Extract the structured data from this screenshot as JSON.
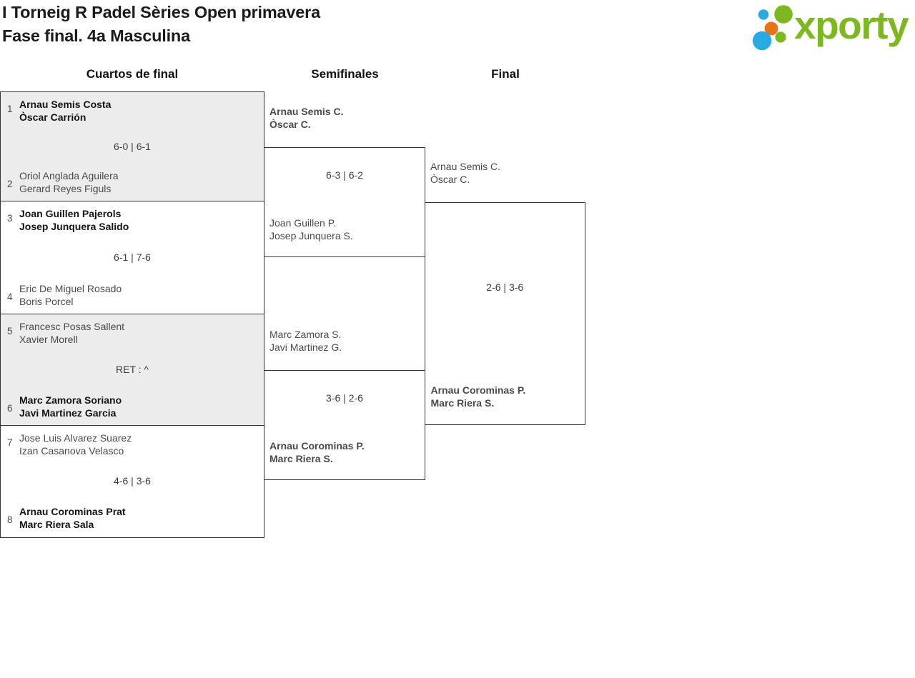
{
  "title": {
    "line1": "I Torneig R Padel Sèries Open primavera",
    "line2": "Fase final. 4a Masculina"
  },
  "logo": {
    "text": "xporty",
    "green": "#7db821",
    "blue": "#29abe2",
    "orange": "#e8741a"
  },
  "round_headers": {
    "quarterfinals": "Cuartos de final",
    "semifinals": "Semifinales",
    "final": "Final"
  },
  "bracket": {
    "quarterfinals": [
      {
        "seed_a": "1",
        "team_a": [
          "Arnau Semis Costa",
          "Òscar Carrión"
        ],
        "score": "6-0 | 6-1",
        "seed_b": "2",
        "team_b": [
          "Oriol Anglada Aguilera",
          "Gerard Reyes Figuls"
        ],
        "winner": "team_a"
      },
      {
        "seed_a": "3",
        "team_a": [
          "Joan Guillen Pajerols",
          "Josep Junquera Salido"
        ],
        "score": "6-1 | 7-6",
        "seed_b": "4",
        "team_b": [
          "Eric De Miguel Rosado",
          "Boris Porcel"
        ],
        "winner": "team_a"
      },
      {
        "seed_a": "5",
        "team_a": [
          "Francesc Posas Sallent",
          "Xavier Morell"
        ],
        "score": "RET : ^",
        "seed_b": "6",
        "team_b": [
          "Marc Zamora Soriano",
          "Javi Martinez Garcia"
        ],
        "winner": "team_b"
      },
      {
        "seed_a": "7",
        "team_a": [
          "Jose Luis Alvarez Suarez",
          "Izan Casanova Velasco"
        ],
        "score": "4-6 | 3-6",
        "seed_b": "8",
        "team_b": [
          "Arnau Corominas Prat",
          "Marc Riera Sala"
        ],
        "winner": "team_b"
      }
    ],
    "semifinals": [
      {
        "team_a": [
          "Arnau Semis C.",
          "Òscar C."
        ],
        "score": "6-3 | 6-2",
        "team_b": [
          "Joan Guillen P.",
          "Josep Junquera S."
        ],
        "winner": "team_a"
      },
      {
        "team_a": [
          "Marc Zamora S.",
          "Javi Martinez G."
        ],
        "score": "3-6 | 2-6",
        "team_b": [
          "Arnau Corominas P.",
          "Marc Riera S."
        ],
        "winner": "team_b"
      }
    ],
    "final": {
      "team_a": [
        "Arnau Semis C.",
        "Òscar C."
      ],
      "score": "2-6 | 3-6",
      "team_b": [
        "Arnau Corominas P.",
        "Marc Riera S."
      ],
      "winner": "team_b"
    }
  },
  "colors": {
    "box_border": "#333333",
    "alt_row_bg": "#ececec",
    "winner_text": "#141414",
    "regular_text": "#4a4a4a"
  }
}
